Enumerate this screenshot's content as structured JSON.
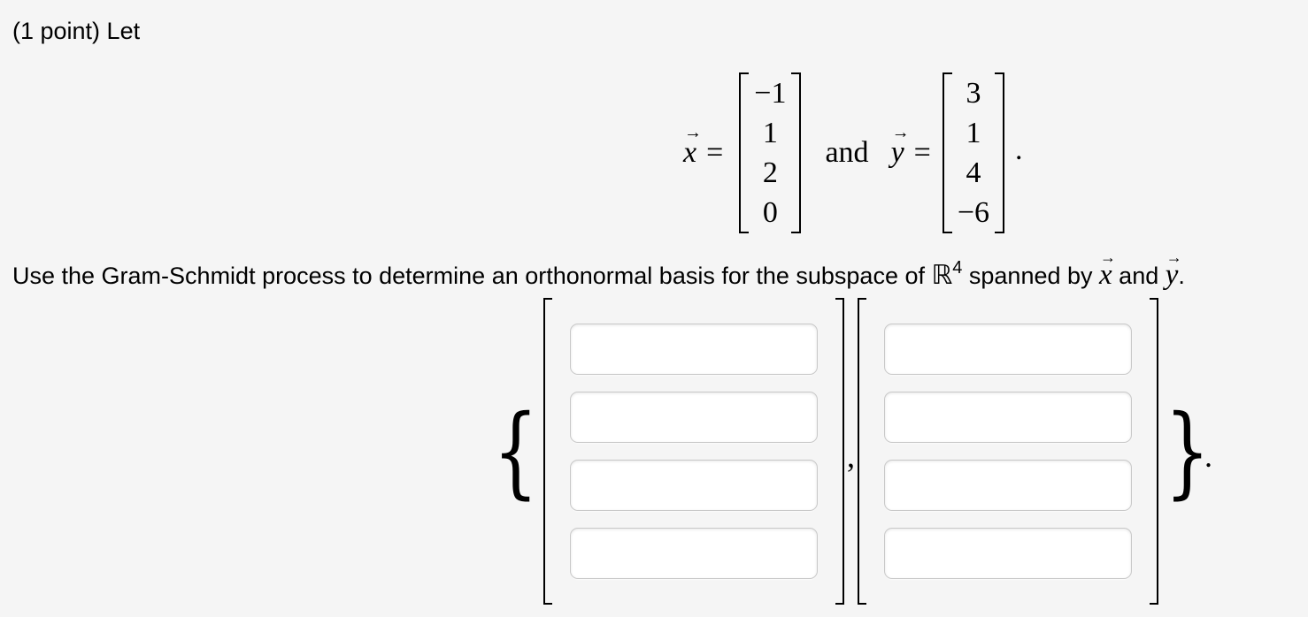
{
  "header": {
    "title": "(1 point) Let"
  },
  "equation": {
    "x_vector": {
      "name": "x",
      "arrow": "→",
      "equals": "=",
      "values": [
        "−1",
        "1",
        "2",
        "0"
      ]
    },
    "conjunction": "and",
    "y_vector": {
      "name": "y",
      "arrow": "→",
      "equals": "=",
      "values": [
        "3",
        "1",
        "4",
        "−6"
      ]
    },
    "period": "."
  },
  "instruction": {
    "text_before": "Use the Gram-Schmidt process to determine an orthonormal basis for the subspace of ",
    "set_symbol": "ℝ",
    "exponent": "4",
    "text_middle": " spanned by ",
    "vector1": "x",
    "arrow": "→",
    "text_between": " and ",
    "vector2": "y",
    "period": "."
  },
  "answer": {
    "open_brace": "{",
    "close_brace": "}",
    "comma": ",",
    "period": ".",
    "vectors": [
      {
        "inputs": [
          "",
          "",
          "",
          ""
        ]
      },
      {
        "inputs": [
          "",
          "",
          "",
          ""
        ]
      }
    ]
  }
}
